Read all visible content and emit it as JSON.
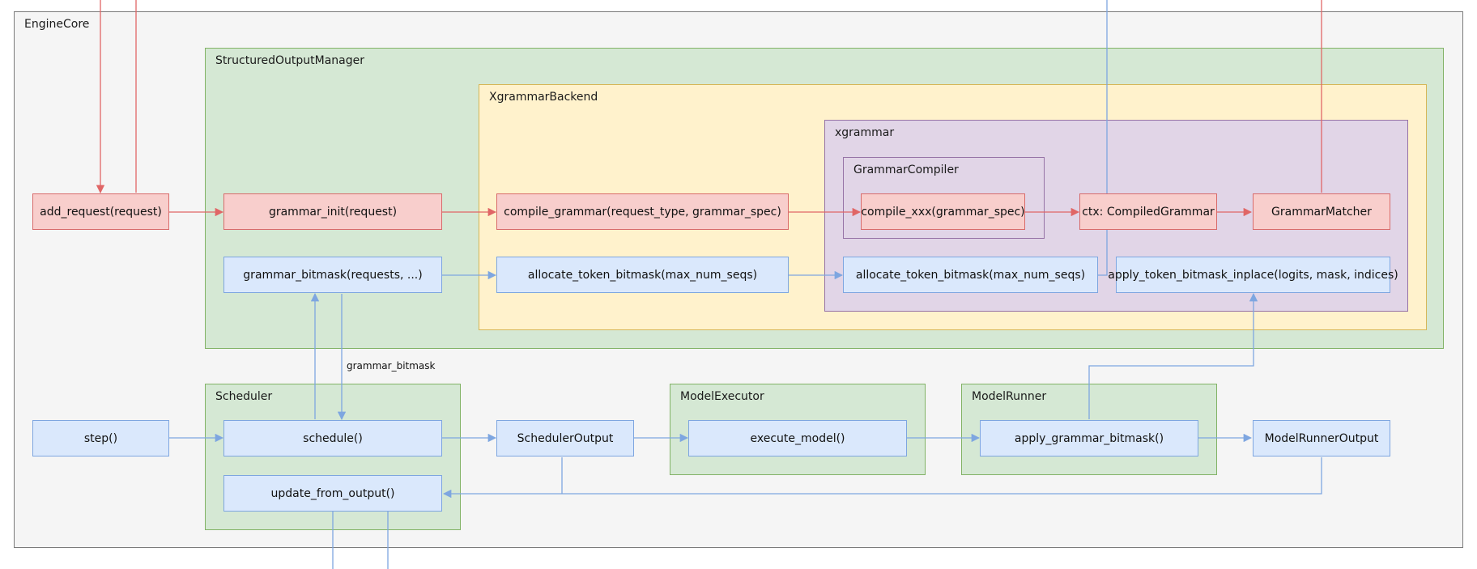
{
  "groups": {
    "engine_core": "EngineCore",
    "structured_output_manager": "StructuredOutputManager",
    "xgrammar_backend": "XgrammarBackend",
    "xgrammar": "xgrammar",
    "grammar_compiler": "GrammarCompiler",
    "scheduler": "Scheduler",
    "model_executor": "ModelExecutor",
    "model_runner": "ModelRunner"
  },
  "nodes": {
    "add_request": "add_request(request)",
    "grammar_init": "grammar_init(request)",
    "compile_grammar": "compile_grammar(request_type, grammar_spec)",
    "compile_xxx": "compile_xxx(grammar_spec)",
    "ctx": "ctx: CompiledGrammar",
    "grammar_matcher": "GrammarMatcher",
    "grammar_bitmask": "grammar_bitmask(requests, ...)",
    "allocate_backend": "allocate_token_bitmask(max_num_seqs)",
    "allocate_xgr": "allocate_token_bitmask(max_num_seqs)",
    "apply_inplace": "apply_token_bitmask_inplace(logits, mask, indices)",
    "step": "step()",
    "schedule": "schedule()",
    "scheduler_output": "SchedulerOutput",
    "execute_model": "execute_model()",
    "apply_grammar_bitmask": "apply_grammar_bitmask()",
    "model_runner_output": "ModelRunnerOutput",
    "update_from_output": "update_from_output()"
  },
  "edge_labels": {
    "grammar_bitmask": "grammar_bitmask"
  },
  "colors": {
    "red_edge": "#e06666",
    "blue_edge": "#7ea6e0"
  }
}
